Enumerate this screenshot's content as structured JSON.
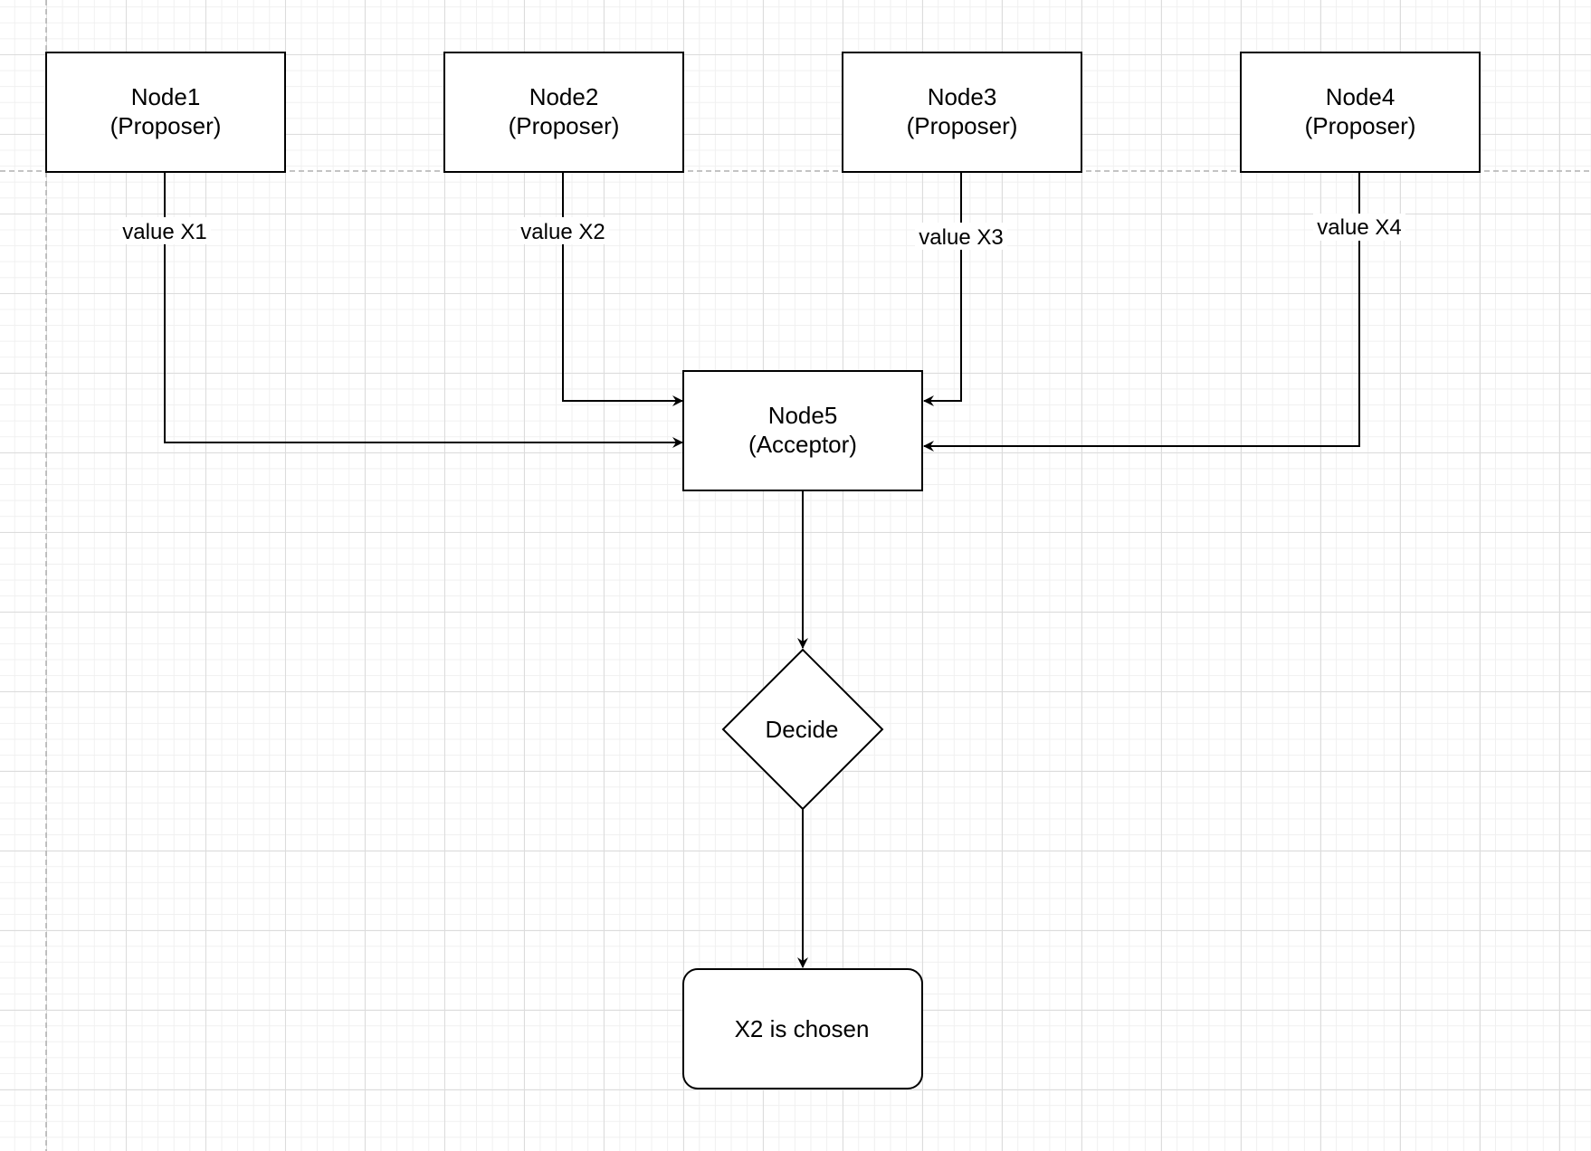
{
  "nodes": {
    "node1": {
      "line1": "Node1",
      "line2": "(Proposer)"
    },
    "node2": {
      "line1": "Node2",
      "line2": "(Proposer)"
    },
    "node3": {
      "line1": "Node3",
      "line2": "(Proposer)"
    },
    "node4": {
      "line1": "Node4",
      "line2": "(Proposer)"
    },
    "node5": {
      "line1": "Node5",
      "line2": "(Acceptor)"
    },
    "decide": {
      "label": "Decide"
    },
    "result": {
      "label": "X2 is chosen"
    }
  },
  "edges": {
    "e1": {
      "label": "value X1"
    },
    "e2": {
      "label": "value X2"
    },
    "e3": {
      "label": "value X3"
    },
    "e4": {
      "label": "value X4"
    }
  },
  "colors": {
    "stroke": "#000000",
    "fill": "#ffffff",
    "grid_major": "#dcdcdc",
    "grid_minor": "#f0f0f0",
    "page_break": "#b0b0b0"
  }
}
